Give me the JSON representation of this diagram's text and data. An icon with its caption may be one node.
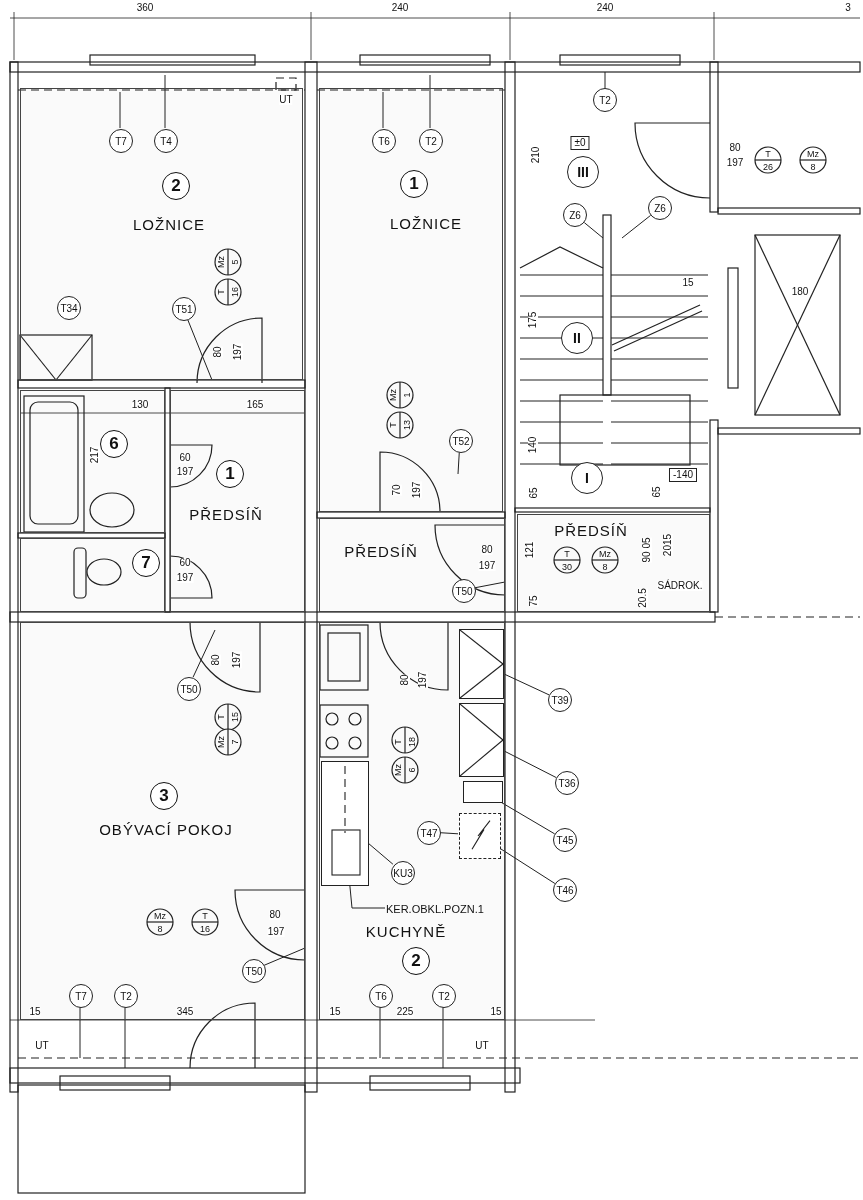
{
  "diagram": {
    "nodes": [
      {
        "text": [
          "2",
          "LOŽNICE"
        ]
      },
      {
        "text": [
          "T7"
        ],
        "in": 0
      },
      {
        "text": [
          "T4"
        ],
        "in": 0
      },
      {
        "text": [
          "T34"
        ],
        "in": 0
      },
      {
        "text": [
          "T51"
        ],
        "in": 0
      },
      {
        "text": [
          "1",
          "LOŽNICE"
        ]
      },
      {
        "text": [
          "T6"
        ],
        "in": 5
      },
      {
        "text": [
          "T2"
        ],
        "in": 5
      },
      {
        "text": [
          "T52"
        ],
        "in": 5
      },
      {
        "text": [
          "T2"
        ]
      },
      {
        "text": [
          "III"
        ]
      },
      {
        "text": [
          "Z6"
        ]
      },
      {
        "text": [
          "Z6"
        ]
      },
      {
        "text": [
          "II"
        ]
      },
      {
        "text": [
          "I"
        ]
      },
      {
        "text": [
          "6"
        ]
      },
      {
        "text": [
          "1",
          "PŘEDSÍŇ"
        ]
      },
      {
        "text": [
          "7"
        ]
      },
      {
        "text": [
          "PŘEDSÍŇ"
        ]
      },
      {
        "text": [
          "T50"
        ],
        "in": 18
      },
      {
        "text": [
          "PŘEDSÍŇ"
        ]
      },
      {
        "text": [
          "3",
          "OBÝVACÍ POKOJ"
        ]
      },
      {
        "text": [
          "T50"
        ],
        "in": 21
      },
      {
        "text": [
          "T50"
        ],
        "in": 21
      },
      {
        "text": [
          "T7"
        ],
        "in": 21
      },
      {
        "text": [
          "T2"
        ],
        "in": 21
      },
      {
        "text": [
          "KUCHYNĚ",
          "2"
        ]
      },
      {
        "text": [],
        "shape": "box",
        "in": 26
      },
      {
        "text": [],
        "shape": "box",
        "in": 26
      },
      {
        "text": [],
        "shape": "box",
        "in": 26
      },
      {
        "text": [],
        "shape": "box",
        "in": 26
      },
      {
        "text": [],
        "shape": "box",
        "in": 26
      },
      {
        "text": [
          "T47"
        ],
        "in": 26
      },
      {
        "text": [
          "KU3"
        ],
        "in": 26
      },
      {
        "text": [
          "KER.OBKL.POZN.1"
        ],
        "in": 26
      },
      {
        "text": [
          "T6"
        ],
        "in": 26
      },
      {
        "text": [
          "T2"
        ],
        "in": 26
      },
      {
        "text": [
          "T39"
        ]
      },
      {
        "text": [
          "T36"
        ]
      },
      {
        "text": [
          "T45"
        ]
      },
      {
        "text": [
          "T46"
        ]
      }
    ],
    "edges": [
      {
        "from": 1,
        "to": null,
        "arrow": "none"
      },
      {
        "from": 2,
        "to": null,
        "arrow": "none"
      },
      {
        "from": 4,
        "to": null,
        "arrow": "none"
      },
      {
        "from": 6,
        "to": null,
        "arrow": "none"
      },
      {
        "from": 7,
        "to": null,
        "arrow": "none"
      },
      {
        "from": 8,
        "to": null,
        "arrow": "none"
      },
      {
        "from": 9,
        "to": null,
        "arrow": "none"
      },
      {
        "from": 11,
        "to": null,
        "arrow": "none"
      },
      {
        "from": 12,
        "to": null,
        "arrow": "none"
      },
      {
        "from": 19,
        "to": null,
        "arrow": "none"
      },
      {
        "from": 22,
        "to": null,
        "arrow": "none"
      },
      {
        "from": 23,
        "to": null,
        "arrow": "none"
      },
      {
        "from": 24,
        "to": null,
        "arrow": "none"
      },
      {
        "from": 25,
        "to": null,
        "arrow": "none"
      },
      {
        "from": 32,
        "to": 31,
        "arrow": "none"
      },
      {
        "from": 33,
        "to": 29,
        "arrow": "none"
      },
      {
        "from": 34,
        "to": 29,
        "arrow": "none"
      },
      {
        "from": 35,
        "to": null,
        "arrow": "none"
      },
      {
        "from": 36,
        "to": null,
        "arrow": "none"
      },
      {
        "from": 37,
        "to": 27,
        "arrow": "none"
      },
      {
        "from": 38,
        "to": 28,
        "arrow": "none"
      },
      {
        "from": 39,
        "to": 30,
        "arrow": "none"
      },
      {
        "from": 40,
        "to": 31,
        "arrow": "none"
      }
    ],
    "labels": [
      "360",
      "240",
      "240",
      "3",
      "UT",
      "210",
      "±0",
      "80",
      "T",
      "Mz",
      "197",
      "26",
      "8",
      "Mz",
      "5",
      "T",
      "16",
      "15",
      "180",
      "175",
      "80",
      "197",
      "130",
      "165",
      "Mz",
      "1",
      "T",
      "13",
      "217",
      "60",
      "140",
      "197",
      "-140",
      "70",
      "197",
      "65",
      "65",
      "80",
      "121",
      "T",
      "Mz",
      "90 05",
      "2015",
      "60",
      "197",
      "30",
      "8",
      "197",
      "75",
      "20.5",
      "SÁDROK.",
      "80",
      "197",
      "80",
      "197",
      "T",
      "15",
      "Mz",
      "7",
      "T",
      "18",
      "Mz",
      "6",
      "Mz",
      "T",
      "80",
      "8",
      "16",
      "197",
      "15",
      "345",
      "15",
      "225",
      "15",
      "UT",
      "UT"
    ]
  }
}
